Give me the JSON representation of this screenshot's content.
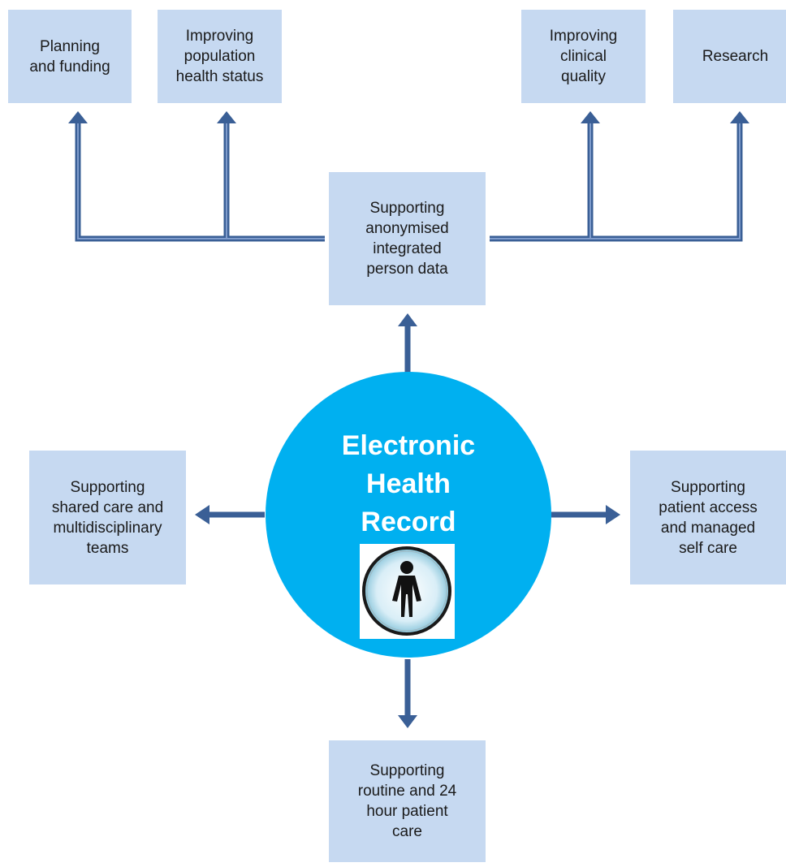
{
  "colors": {
    "box_fill": "#c6d9f1",
    "hub_fill": "#00b0f0",
    "connector": "#3a5f96",
    "connector_highlight": "#7f9ccc"
  },
  "top_boxes": {
    "planning": "Planning\nand funding",
    "population": "Improving\npopulation\nhealth status",
    "clinical": "Improving\nclinical\nquality",
    "research": "Research"
  },
  "anonymised": "Supporting\nanonymised\nintegrated\nperson data",
  "hub": {
    "title": "Electronic\nHealth\nRecord",
    "icon": "person-icon"
  },
  "left_box": "Supporting\nshared care and\nmultidisciplinary\nteams",
  "right_box": "Supporting\npatient access\nand managed\nself care",
  "bottom_box": "Supporting\nroutine and 24\nhour patient\ncare"
}
